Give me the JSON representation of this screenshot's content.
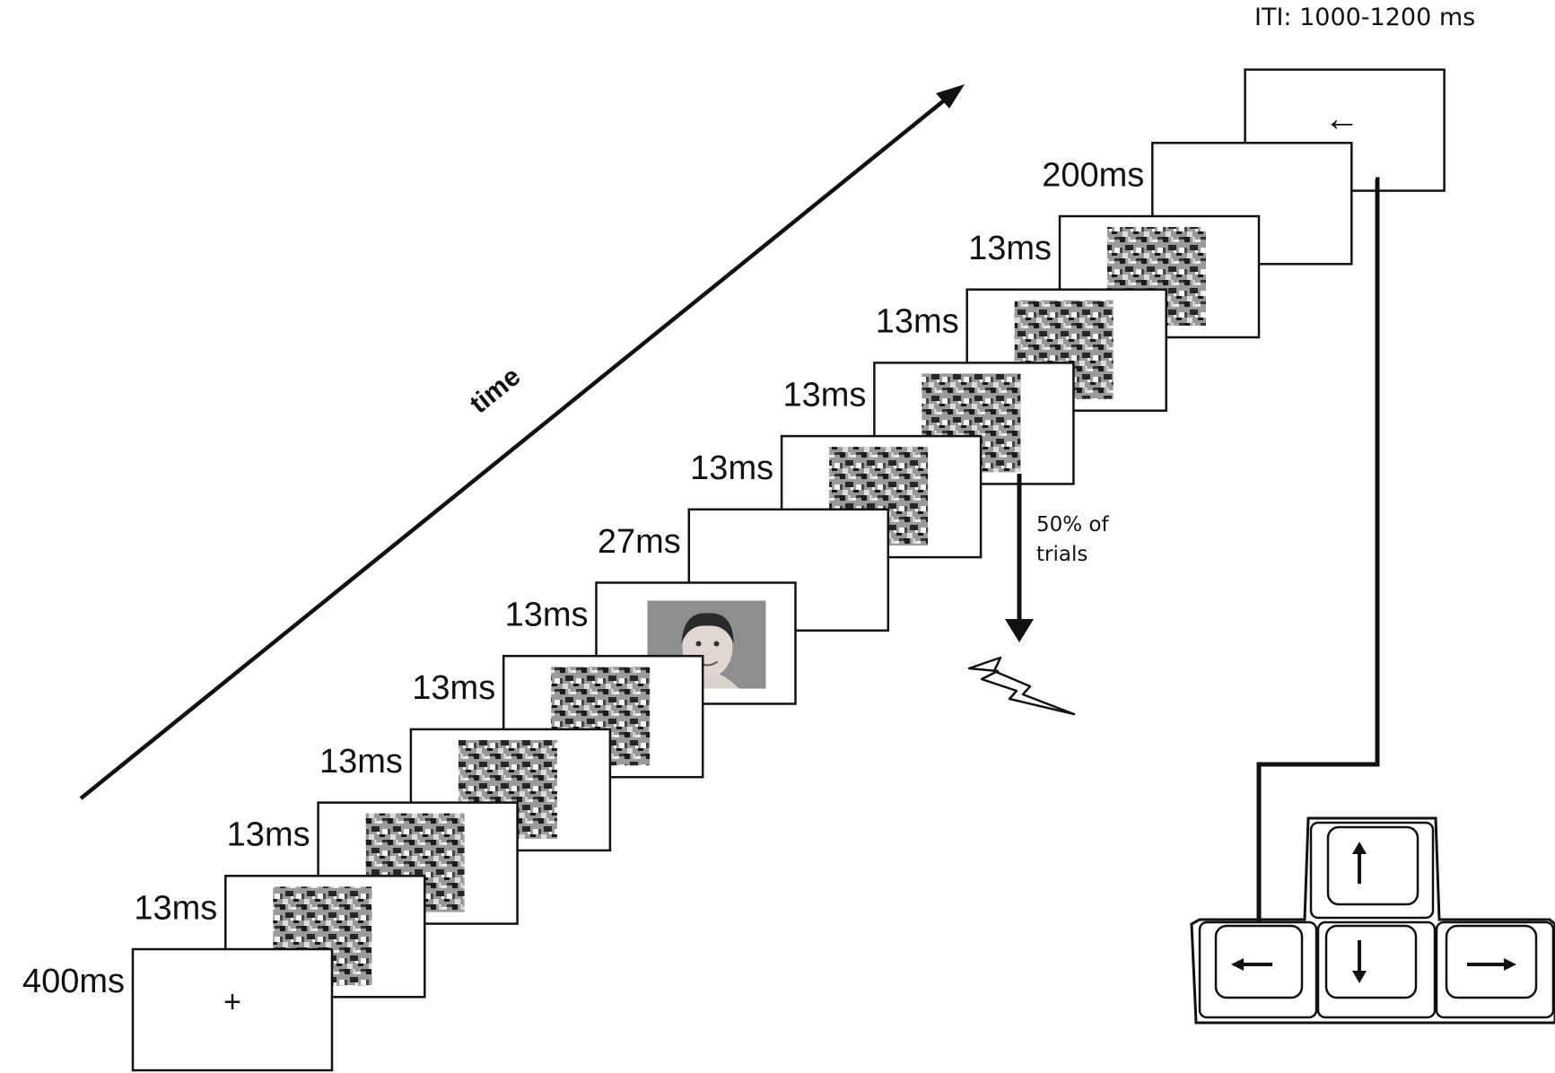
{
  "iti_label": "ITI:  1000-1200  ms",
  "time_label": "time",
  "shock_note_line1": "50% of",
  "shock_note_line2": "trials",
  "response_symbol": "←",
  "fixation_symbol": "+",
  "frames": [
    {
      "duration": "400ms",
      "content": "fixation"
    },
    {
      "duration": "13ms",
      "content": "mask"
    },
    {
      "duration": "13ms",
      "content": "mask"
    },
    {
      "duration": "13ms",
      "content": "mask"
    },
    {
      "duration": "13ms",
      "content": "mask"
    },
    {
      "duration": "13ms",
      "content": "face"
    },
    {
      "duration": "27ms",
      "content": "blank"
    },
    {
      "duration": "13ms",
      "content": "mask"
    },
    {
      "duration": "13ms",
      "content": "mask"
    },
    {
      "duration": "13ms",
      "content": "mask"
    },
    {
      "duration": "13ms",
      "content": "mask"
    },
    {
      "duration": "200ms",
      "content": "blank"
    },
    {
      "duration": "",
      "content": "response"
    }
  ],
  "keyboard": {
    "keys": [
      {
        "name": "up-arrow-key",
        "arrow": "up"
      },
      {
        "name": "left-arrow-key",
        "arrow": "left"
      },
      {
        "name": "down-arrow-key",
        "arrow": "down"
      },
      {
        "name": "right-arrow-key",
        "arrow": "right"
      }
    ]
  },
  "icons": {
    "shock": "lightning-bolt-icon",
    "time_arrow": "diagonal-arrow-icon"
  }
}
